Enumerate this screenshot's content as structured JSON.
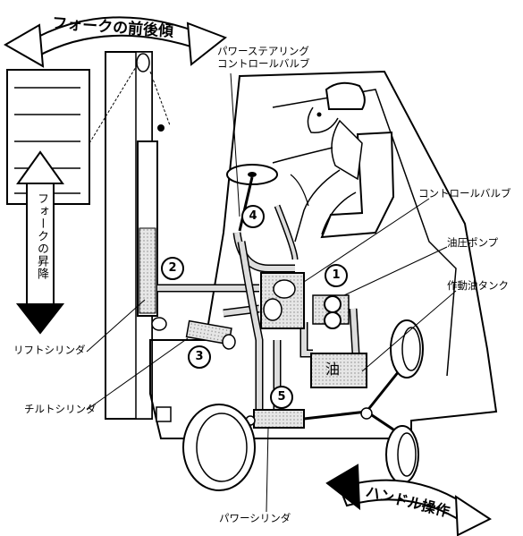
{
  "arrows": {
    "fork_tilt": "フォークの前後傾",
    "fork_lift": "フォークの昇降",
    "handle": "ハンドル操作"
  },
  "labels": {
    "ps_valve_line1": "パワーステアリング",
    "ps_valve_line2": "コントロールバルブ",
    "control_valve": "コントロールバルブ",
    "oil_pump": "油圧ポンプ",
    "oil_tank": "作動油タンク",
    "lift_cylinder": "リフトシリンダ",
    "tilt_cylinder": "チルトシリンダ",
    "power_cylinder": "パワーシリンダ",
    "tank_mark": "油"
  },
  "numbers": {
    "n1": "1",
    "n2": "2",
    "n3": "3",
    "n4": "4",
    "n5": "5"
  }
}
